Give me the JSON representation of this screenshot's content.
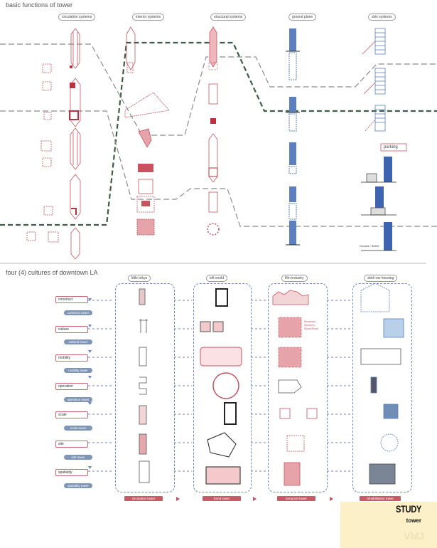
{
  "section1": {
    "title": "basic functions of tower",
    "columns": [
      "circulation systems",
      "interior systems",
      "structural systems",
      "ground plane",
      "skin systems"
    ],
    "parking_label": "parking",
    "ground_label": "Ground / Street"
  },
  "section2": {
    "title": "four (4) cultures of downtown LA",
    "columns": [
      "little tokyo",
      "loft world",
      "film industry",
      "skid row housing"
    ],
    "rows": [
      "construct",
      "culture",
      "mobility",
      "operation",
      "scale",
      "site",
      "spatiality"
    ],
    "towers": [
      "construct tower",
      "cultural tower",
      "mobility tower",
      "operation tower",
      "scale tower",
      "site tower",
      "spatiality tower"
    ],
    "column_towers": [
      "circulation tower",
      "trend tower",
      "temporal tower",
      "rehabilitation tower"
    ],
    "film_legend": [
      "Movement",
      "Hierarchy",
      "Space/Event"
    ]
  },
  "stamp": {
    "big": "STUDY",
    "small": "tower",
    "watermark": "VMJ"
  },
  "colors": {
    "red": "#c9525e",
    "blue": "#5b7fc0",
    "gray": "#8c8c8c",
    "green": "#3b5e45"
  }
}
